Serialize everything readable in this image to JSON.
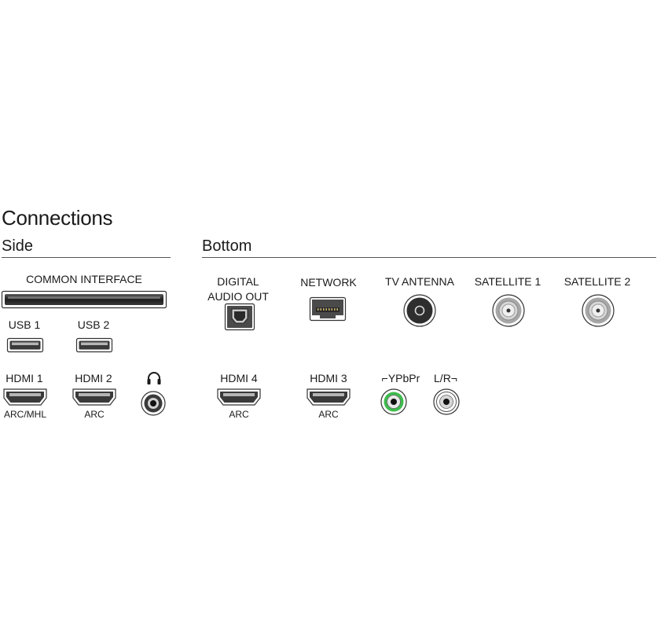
{
  "title": "Connections",
  "sections": {
    "side": "Side",
    "bottom": "Bottom"
  },
  "side": {
    "common_interface": "COMMON INTERFACE",
    "usb1": "USB 1",
    "usb2": "USB 2",
    "hdmi1": "HDMI 1",
    "hdmi1_sub": "ARC/MHL",
    "hdmi2": "HDMI 2",
    "hdmi2_sub": "ARC",
    "headphone_icon": "headphones-icon"
  },
  "bottom": {
    "digital_audio_out_line1": "DIGITAL",
    "digital_audio_out_line2": "AUDIO OUT",
    "network": "NETWORK",
    "tv_antenna": "TV ANTENNA",
    "satellite1": "SATELLITE 1",
    "satellite2": "SATELLITE 2",
    "hdmi4": "HDMI 4",
    "hdmi4_sub": "ARC",
    "hdmi3": "HDMI 3",
    "hdmi3_sub": "ARC",
    "ypbpr": "⌐YPbPr",
    "lr": "L/R¬"
  },
  "colors": {
    "ypbpr_green": "#3dbb4c",
    "port_dark": "#2b2b2b",
    "port_gray": "#9a9a9a"
  }
}
